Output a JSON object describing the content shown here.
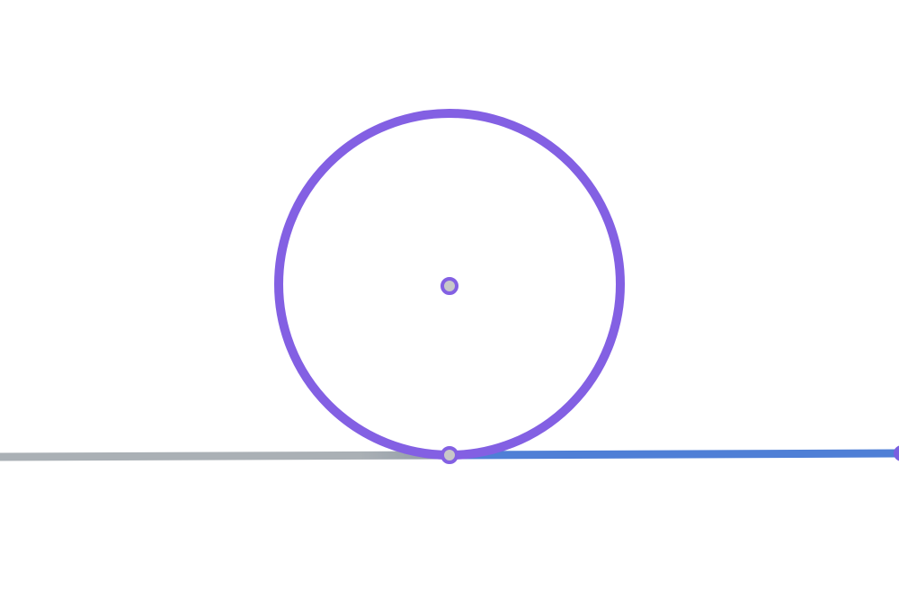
{
  "diagram": {
    "description_elements": [
      "ground-line-left",
      "ground-line-right",
      "circle",
      "center-point",
      "contact-point",
      "right-end-point"
    ],
    "colors": {
      "background": "#ffffff",
      "circle_stroke": "#8360e3",
      "ground_left": "#aab0b5",
      "ground_right": "#4f7fd6",
      "point_fill": "#c8c8c8",
      "point_stroke": "#8360e3",
      "right_end_point": "#7a5fe0"
    }
  }
}
